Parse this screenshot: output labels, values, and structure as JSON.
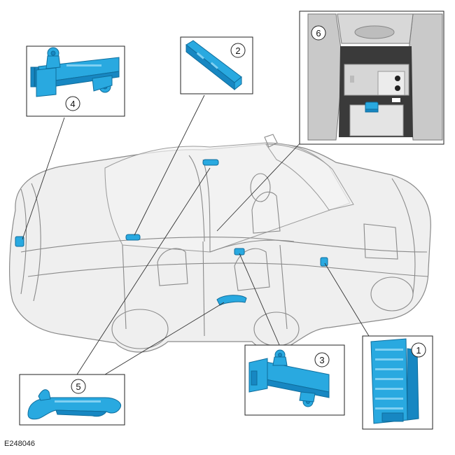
{
  "figure_id": "E248046",
  "callouts": [
    "1",
    "2",
    "3",
    "4",
    "5",
    "6"
  ],
  "colors": {
    "module_blue": "#29a9e0",
    "module_dark": "#1787c2",
    "outline": "#222222",
    "vehicle_gray": "#8a8a8a"
  }
}
